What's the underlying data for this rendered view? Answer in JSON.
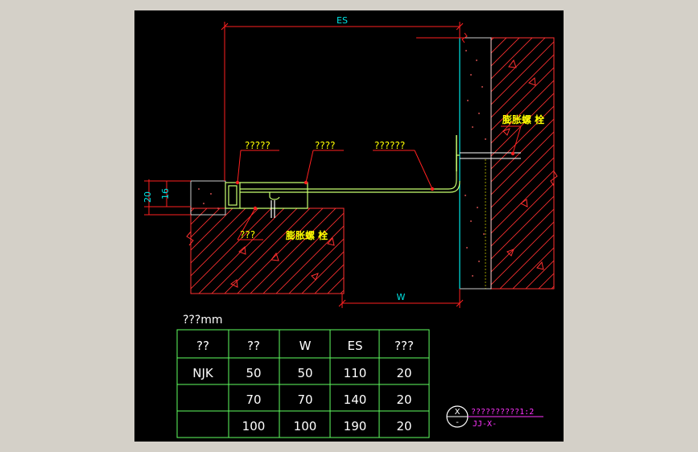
{
  "drawing": {
    "dim_es": "ES",
    "dim_w": "W",
    "dim_20": "20",
    "dim_16": "16",
    "callout_1": "?????",
    "callout_2": "????",
    "callout_3": "??????",
    "callout_4": "???",
    "bolt_label_right": "膨胀螺 栓",
    "bolt_label_bottom": "膨胀螺 栓",
    "units_note": "???mm"
  },
  "table": {
    "headers": [
      "??",
      "??",
      "W",
      "ES",
      "???"
    ],
    "rows": [
      [
        "NJK",
        "50",
        "50",
        "110",
        "20"
      ],
      [
        "",
        "70",
        "70",
        "140",
        "20"
      ],
      [
        "",
        "100",
        "100",
        "190",
        "20"
      ]
    ]
  },
  "detail_marker": {
    "symbol": "X",
    "dash": "-",
    "title": "??????????1:2",
    "ref": "JJ-X-"
  },
  "colors": {
    "background": "#000000",
    "dimension": "#ff2020",
    "text_cyan": "#00e5e5",
    "text_yellow": "#ffff00",
    "profile_green": "#c8ff70",
    "table_lines": "#60ff60",
    "marker_magenta": "#ff33ff"
  }
}
